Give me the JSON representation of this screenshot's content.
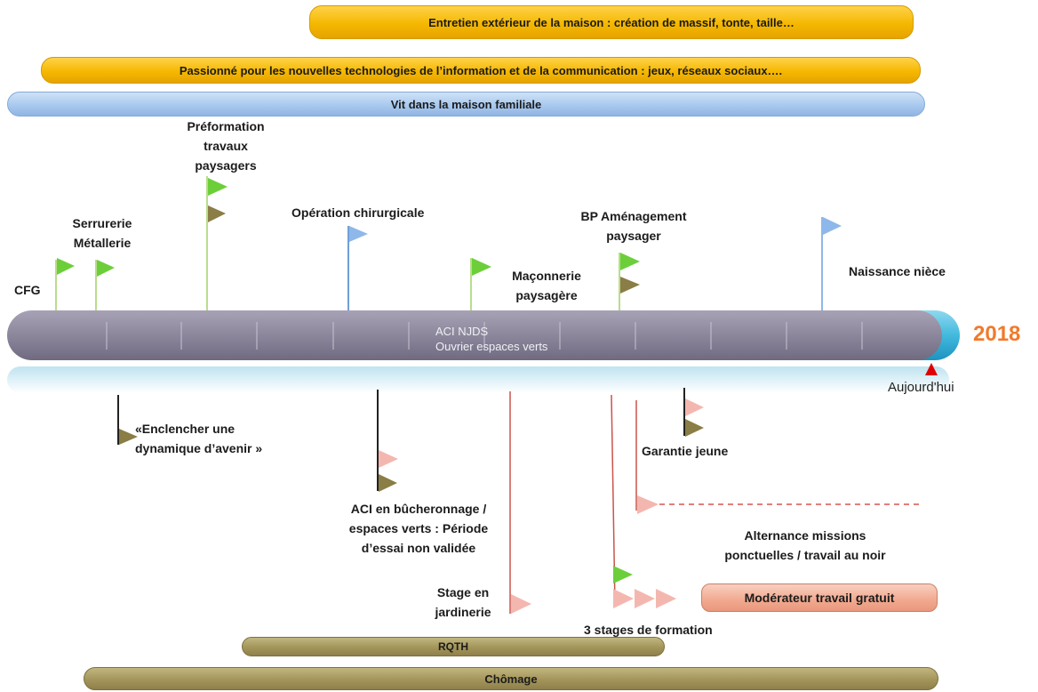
{
  "top_bars": {
    "exterior": "Entretien extérieur  de la maison : création de massif, tonte, taille…",
    "tech": "Passionné pour les nouvelles technologies de l’information et de la communication : jeux, réseaux sociaux….",
    "home": "Vit dans la maison familiale"
  },
  "above_events": {
    "cfg": "CFG",
    "serrurerie_1": "Serrurerie",
    "serrurerie_2": "Métallerie",
    "preformation_1": "Préformation",
    "preformation_2": "travaux",
    "preformation_3": "paysagers",
    "operation": "Opération chirurgicale",
    "maconnerie_1": "Maçonnerie",
    "maconnerie_2": "paysagère",
    "bp_1": "BP Aménagement",
    "bp_2": "paysager",
    "naissance": "Naissance nièce"
  },
  "timeline": {
    "aci_line1": "ACI NJDS",
    "aci_line2": "Ouvrier espaces verts",
    "year": "2018",
    "today": "Aujourd'hui"
  },
  "below_events": {
    "enclencher_1": "«Enclencher une",
    "enclencher_2": "dynamique d’avenir »",
    "aci_buch_1": "ACI  en bûcheronnage /",
    "aci_buch_2": "espaces verts : Période",
    "aci_buch_3": "d’essai non validée",
    "stage_1": "Stage en",
    "stage_2": "jardinerie",
    "garantie": "Garantie jeune",
    "alternance_1": "Alternance missions",
    "alternance_2": "ponctuelles / travail au noir",
    "moderateur": "Modérateur travail gratuit",
    "trois_stages": "3 stages de formation"
  },
  "bottom_bars": {
    "rqth": "RQTH",
    "chomage": "Chômage"
  },
  "colors": {
    "gold": "#f5b800",
    "blue": "#a9c9ee",
    "olive": "#a3955a",
    "salmon": "#f1a98f",
    "timeline": "#8f8a9c",
    "flag_green": "#6ccf3a",
    "flag_blue": "#8fb8ea",
    "flag_olive": "#8a7d45",
    "flag_pink": "#f4b7b0",
    "year": "#f07a2c",
    "today_marker": "#e00000"
  }
}
